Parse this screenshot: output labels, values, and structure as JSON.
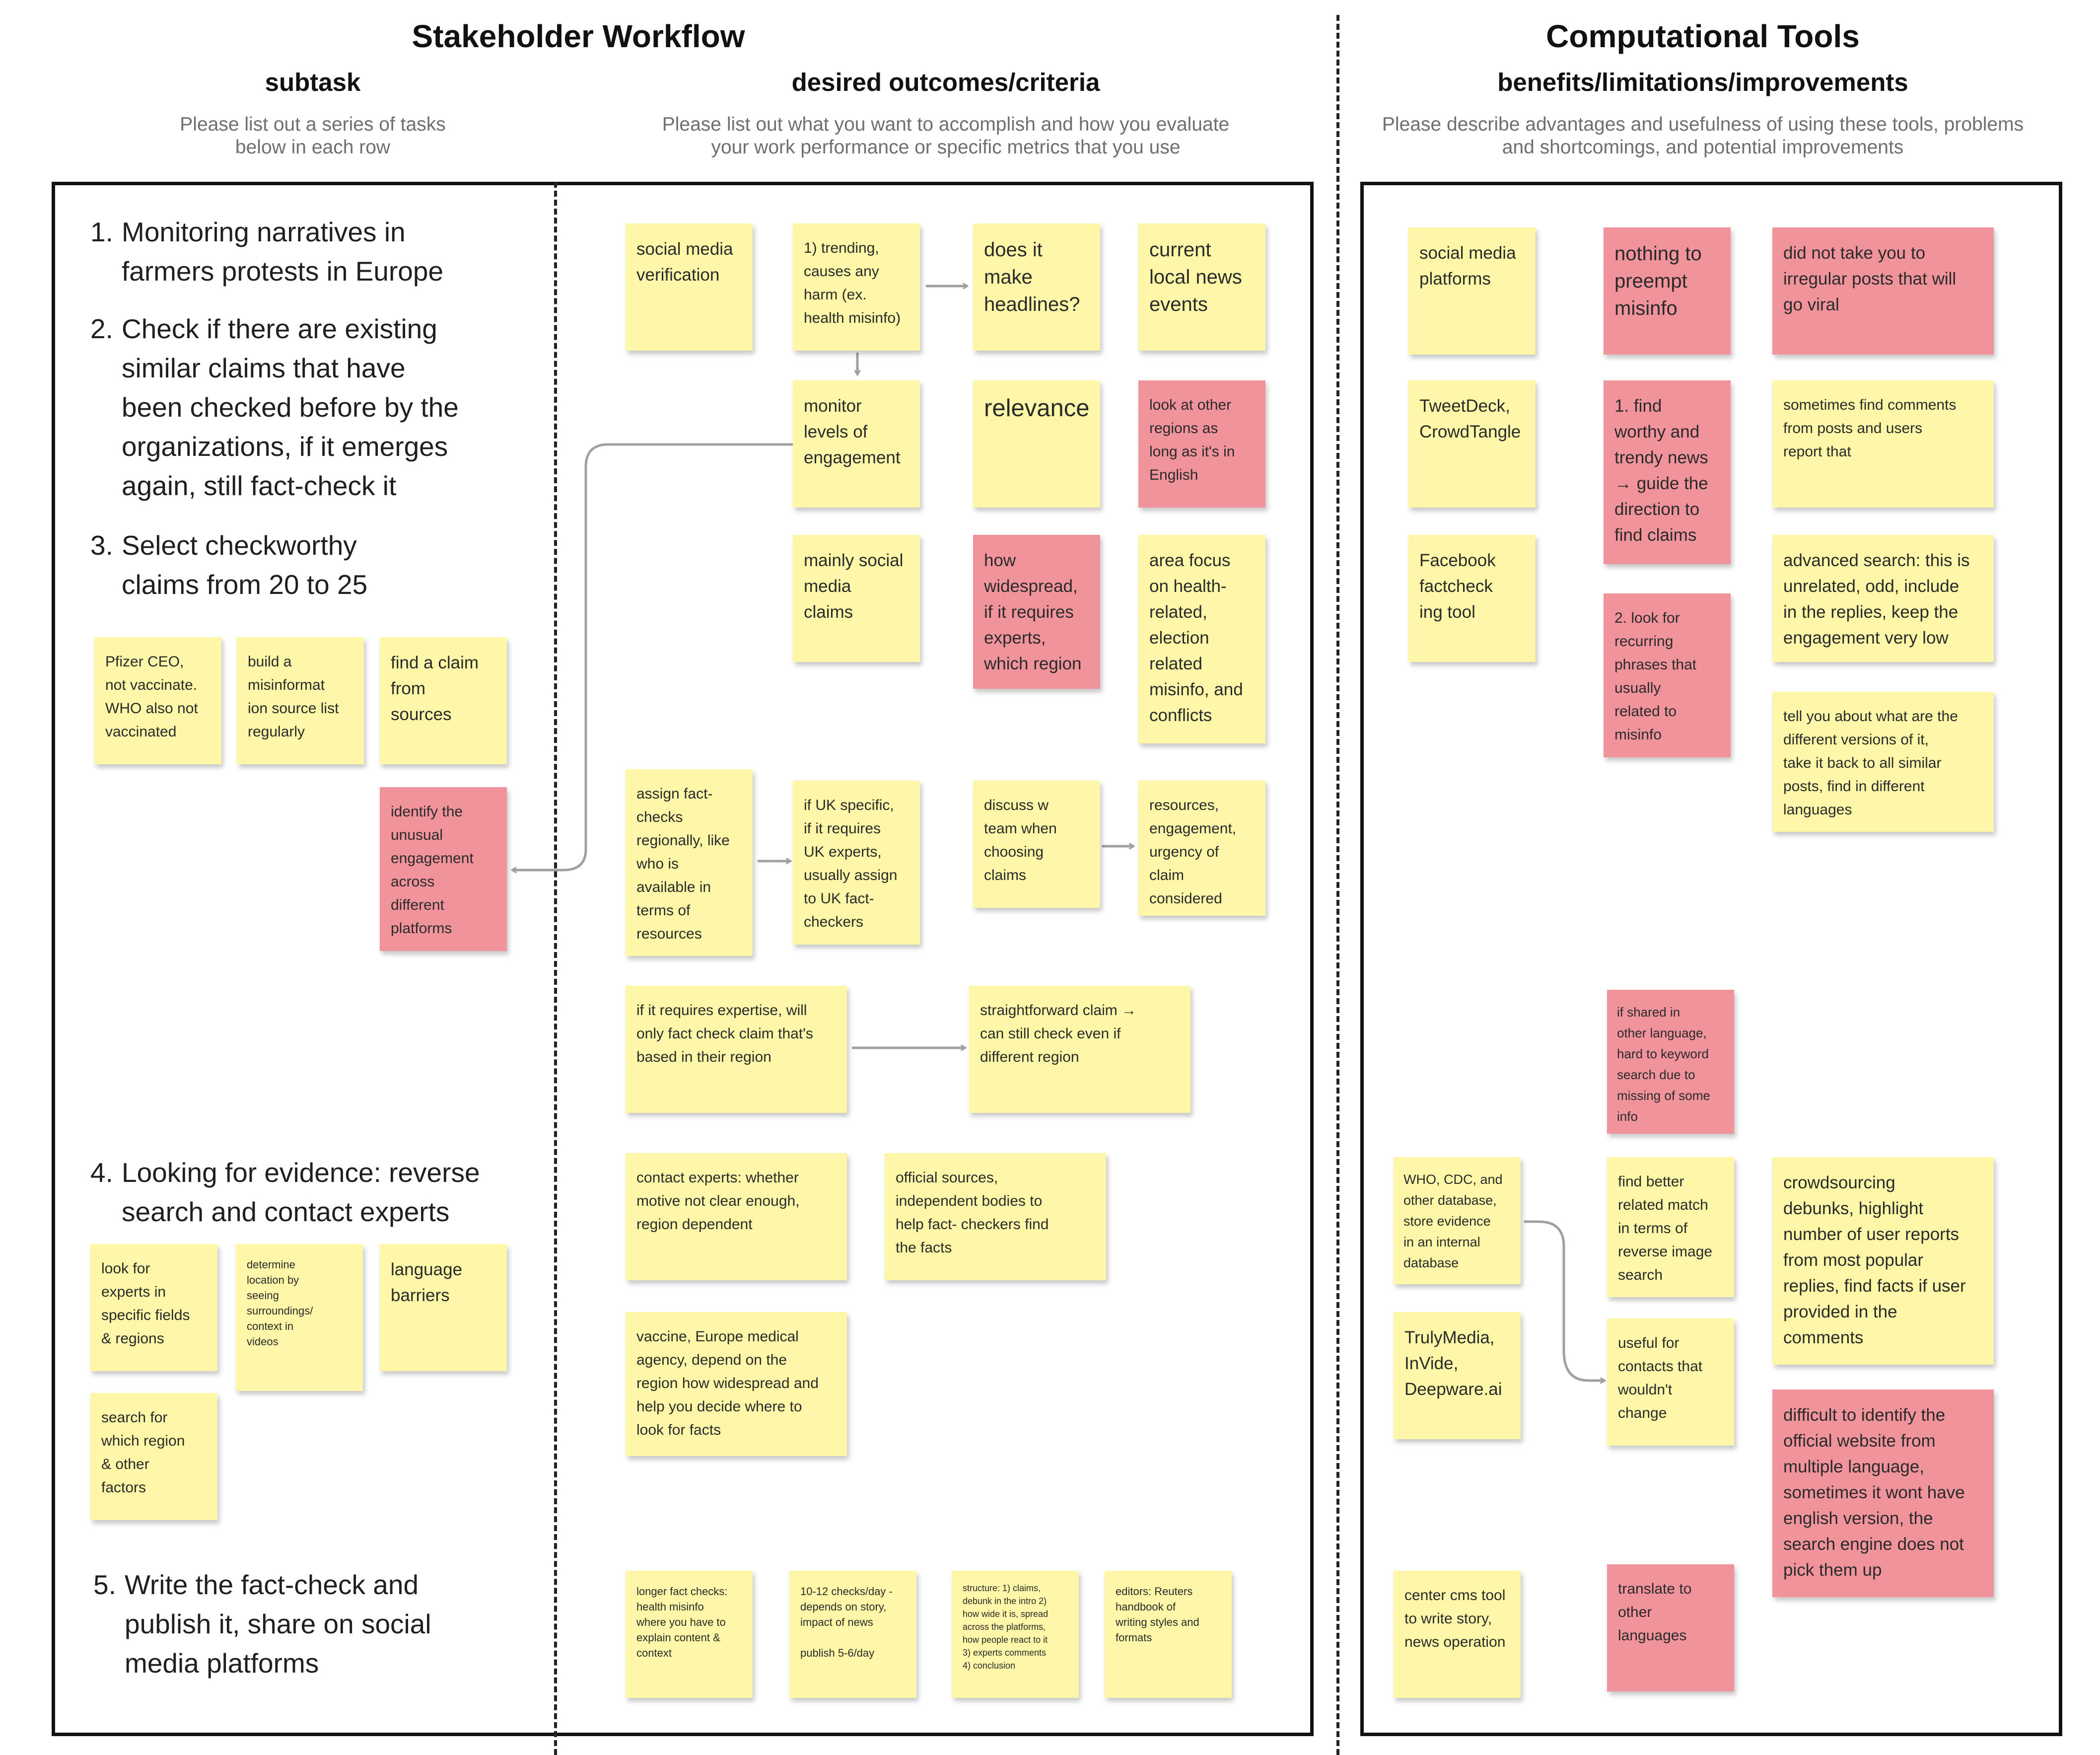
{
  "headers": {
    "stakeholder_title": "Stakeholder Workflow",
    "tools_title": "Computational Tools",
    "subtask": "subtask",
    "outcomes": "desired outcomes/criteria",
    "benefits": "benefits/limitations/improvements"
  },
  "instructions": {
    "subtask": "Please list out a series of tasks\nbelow in each row",
    "outcomes": "Please list out what you want to accomplish and how you evaluate\nyour work performance or specific metrics that you use",
    "tools": "Please describe advantages and usefulness of using these tools, problems\nand shortcomings, and potential improvements"
  },
  "tasks": [
    {
      "num": "1.",
      "text": "Monitoring narratives in\nfarmers protests in Europe"
    },
    {
      "num": "2.",
      "text": "Check if there are existing\nsimilar claims that have\nbeen checked before by the\norganizations, if it emerges\nagain, still fact-check it"
    },
    {
      "num": "3.",
      "text": "Select checkworthy\nclaims from 20 to 25"
    },
    {
      "num": "4.",
      "text": "Looking for evidence: reverse\nsearch and contact experts"
    },
    {
      "num": "5.",
      "text": "Write the fact-check and\npublish it, share on social\nmedia platforms"
    }
  ],
  "subtask_notes": {
    "pfizer": "Pfizer CEO,\nnot vaccinate.\nWHO also not\nvaccinated",
    "build_list": "build a\nmisinformat\nion source list\nregularly",
    "find_claim": "find a claim\nfrom\nsources",
    "unusual_engagement": "identify the\nunusual\nengagement\nacross\ndifferent\nplatforms",
    "look_experts": "look for\nexperts in\nspecific fields\n& regions",
    "determine_location": "determine\nlocation by\nseeing\nsurroundings/\ncontext in\nvideos",
    "language_barriers": "language\nbarriers",
    "search_region": "search for\nwhich region\n& other\nfactors"
  },
  "outcome_notes": {
    "sm_verification": "social media\nverification",
    "trending": "1) trending,\ncauses any\nharm (ex.\nhealth misinfo)",
    "headlines": "does it\nmake\nheadlines?",
    "local_news": "current\nlocal news\nevents",
    "engagement": "monitor\nlevels of\nengagement",
    "relevance": "relevance",
    "other_regions": "look at other\nregions as\nlong as it's in\nEnglish",
    "mainly_social": "mainly social\nmedia\nclaims",
    "widespread": "how\nwidespread,\nif it requires\nexperts,\nwhich region",
    "area_focus": "area focus\non health-\nrelated,\nelection\nrelated\nmisinfo, and\nconflicts",
    "assign": "assign fact-\nchecks\nregionally, like\nwho is\navailable in\nterms of\nresources",
    "uk_specific": "if UK specific,\nif it requires\nUK experts,\nusually assign\nto UK fact-\ncheckers",
    "discuss_team": "discuss w\nteam when\nchoosing\nclaims",
    "resources": "resources,\nengagement,\nurgency of\nclaim\nconsidered",
    "expertise": "if it requires expertise, will\nonly fact check claim that's\nbased in their region",
    "straightforward": "straightforward claim →\ncan still check even if\ndifferent region",
    "contact_experts": "contact experts: whether\nmotive not clear enough,\nregion dependent",
    "official_sources": "official sources,\nindependent bodies to\nhelp fact- checkers find\nthe facts",
    "vaccine": "vaccine, Europe medical\nagency, depend on the\nregion how widespread and\nhelp you decide where to\nlook for facts",
    "longer_checks": "longer fact checks:\nhealth misinfo\nwhere you have to\nexplain content &\ncontext",
    "checks_day": "10-12 checks/day -\ndepends on story,\nimpact of news\n\npublish 5-6/day",
    "structure": "structure: 1) claims,\ndebunk in the intro 2)\nhow wide it is, spread\nacross the platforms,\nhow people react to it\n3) experts comments\n4) conclusion",
    "editors": "editors: Reuters\nhandbook of\nwriting styles and\nformats"
  },
  "tool_notes": {
    "sm_platforms": "social media\nplatforms",
    "nothing_preempt": "nothing to\npreempt\nmisinfo",
    "not_take_viral": "did not take you to\nirregular posts that will\ngo viral",
    "tweetdeck": "TweetDeck,\nCrowdTangle",
    "find_worthy": "1. find\nworthy and\ntrendy news\n→ guide the\ndirection to\nfind claims",
    "sometimes_comments": "sometimes find comments\nfrom posts and users\nreport that",
    "facebook_tool": "Facebook\nfactcheck\ning tool",
    "recurring": "2. look for\nrecurring\nphrases that\nusually\nrelated to\nmisinfo",
    "advanced_search": "advanced search: this is\nunrelated, odd, include\nin the replies, keep the\nengagement very low",
    "versions": "tell you about what are the\ndifferent versions of it,\ntake it back to all similar\nposts, find in different\nlanguages",
    "other_language": "if shared in\nother language,\nhard to keyword\nsearch due to\nmissing of some\ninfo",
    "who_cdc": "WHO, CDC, and\nother database,\nstore evidence\nin an internal\ndatabase",
    "better_match": "find better\nrelated match\nin terms of\nreverse image\nsearch",
    "crowdsourcing": "crowdsourcing\ndebunks,  highlight\nnumber of user reports\nfrom most popular\nreplies, find facts if user\nprovided in the\ncomments",
    "trulymedia": "TrulyMedia,\nInVide,\nDeepware.ai",
    "useful_contacts": "useful for\ncontacts that\nwouldn't\nchange",
    "difficult_official": "difficult to identify the\nofficial website from\nmultiple language,\nsometimes it wont have\nenglish version, the\nsearch engine does not\npick them up",
    "center_cms": "center cms tool\nto write story,\nnews operation",
    "translate": "translate to\nother languages"
  },
  "colors": {
    "yellow_note": "#fff7a8",
    "pink_note": "#f0939b",
    "instruction_text": "#6f6f6f",
    "border": "#111111",
    "arrow": "#a0a0a0"
  }
}
